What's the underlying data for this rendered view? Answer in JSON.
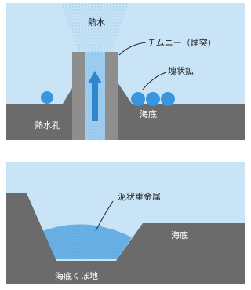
{
  "top_panel": {
    "hot_water_label": "熱水",
    "chimney_label": "チムニー（煙突）",
    "mound_label": "塊状鉱",
    "vent_label": "熱水孔",
    "seafloor_label": "海底"
  },
  "bottom_panel": {
    "mud_label": "泥状重金属",
    "seafloor_label": "海底",
    "depression_label": "海底くぼ地"
  },
  "colors": {
    "sky": "#c8e4f6",
    "ground": "#6b6b6b",
    "chimney": "#8e8e8e",
    "hot_water": "#7fbce8",
    "ore": "#3a95dc",
    "arrow": "#2f86cf"
  }
}
